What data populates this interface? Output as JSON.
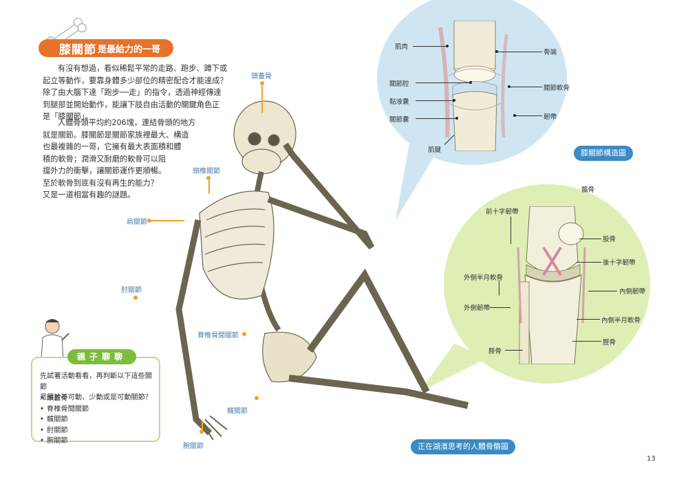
{
  "title": {
    "main": "膝關節",
    "sub": "是最給力的一哥"
  },
  "intro": {
    "para1_lines": [
      "有沒有想過，看似稀鬆平常的走路、跑步、蹲下或",
      "起立等動作，要靠身體多少部位的精密配合才能達成？",
      "除了由大腦下達「跑步──走」的指令，透過神經傳達",
      "到腿部並開始動作，能讓下肢自由活動的關鍵角色正",
      "是「膝關節」。"
    ],
    "para2_lines": [
      "人體骨頭平均約206塊，連結骨頭的地方",
      "就是關節。膝關節是關節家族裡最大、構造",
      "也最複雜的一哥，它擁有最大表面積和體",
      "積的軟骨；潤滑又耐磨的軟骨可以阻",
      "擋外力的衝擊，讓關節運作更順暢。",
      "至於軟骨到底有沒有再生的能力？",
      "又是一道相當有趣的謎題。"
    ]
  },
  "skeleton_labels": {
    "skull": "頭蓋骨",
    "cervical": "頸椎關節",
    "shoulder": "肩關節",
    "elbow": "肘關節",
    "spine": "脊椎骨間關節",
    "hip": "髖關節",
    "wrist": "腕關節"
  },
  "knee_structure": {
    "muscle": "肌肉",
    "bone_end": "骨端",
    "joint_cavity": "關節腔",
    "cartilage": "關節軟骨",
    "synovial": "黏液囊",
    "capsule": "關節囊",
    "ligament": "韌帶",
    "tendon": "肌腱",
    "caption": "膝關節構造圖"
  },
  "knee_front": {
    "patella": "髕骨",
    "acl": "前十字韌帶",
    "femur": "股骨",
    "pcl": "後十字韌帶",
    "lateral_meniscus": "外側半月軟骨",
    "medial_ligament": "內側韌帶",
    "lateral_ligament": "外側韌帶",
    "medial_meniscus": "內側半月軟骨",
    "fibula": "腓骨",
    "tibia": "脛骨"
  },
  "skeleton_caption": "正在湖濱思考的人體骨骼圖",
  "parent_child": {
    "tab": "親子聊聊",
    "prompt_lines": [
      "先試著活動看看，再判斷以下這些關節",
      "是屬於不可動、少動或是可動關節？"
    ],
    "items": [
      "頭蓋骨",
      "脊椎骨間關節",
      "髖關節",
      "肘關節",
      "腕關節"
    ]
  },
  "page_number": "13",
  "colors": {
    "accent_orange": "#e8722b",
    "label_blue": "#4a7fa6",
    "pill_blue": "#3a8ac4",
    "box_green": "#7cbd3e",
    "bubble_blue": "#cfe6f2",
    "bubble_green": "#dfeeb5"
  }
}
